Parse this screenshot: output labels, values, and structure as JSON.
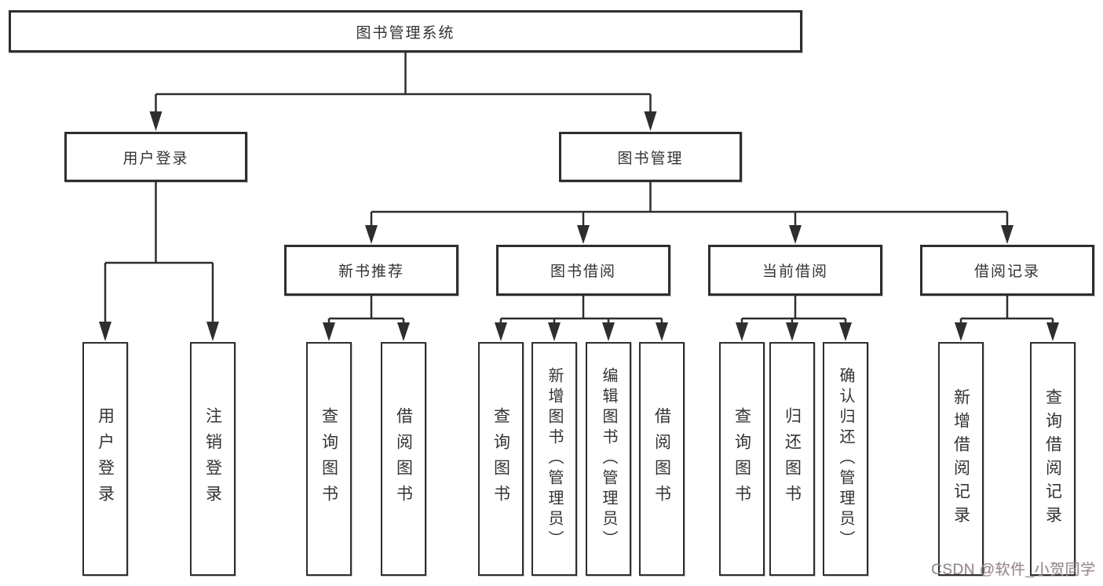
{
  "diagram": {
    "root": {
      "label": "图书管理系统"
    },
    "level2": {
      "user_login": {
        "label": "用户登录"
      },
      "book_mgmt": {
        "label": "图书管理"
      }
    },
    "level3": {
      "new_book_rec": {
        "label": "新书推荐"
      },
      "book_borrow": {
        "label": "图书借阅"
      },
      "current_borrow": {
        "label": "当前借阅"
      },
      "borrow_record": {
        "label": "借阅记录"
      }
    },
    "leaves": {
      "user_login_leaf": {
        "label": "用户登录"
      },
      "logout_leaf": {
        "label": "注销登录"
      },
      "rec_query_book": {
        "label": "查询图书"
      },
      "rec_borrow_book": {
        "label": "借阅图书"
      },
      "bb_query_book": {
        "label": "查询图书"
      },
      "bb_add_book": {
        "label": "新增图书（管理员）"
      },
      "bb_edit_book": {
        "label": "编辑图书（管理员）"
      },
      "bb_borrow_book": {
        "label": "借阅图书"
      },
      "cb_query_book": {
        "label": "查询图书"
      },
      "cb_return_book": {
        "label": "归还图书"
      },
      "cb_confirm_return": {
        "label": "确认归还（管理员）"
      },
      "br_add_record": {
        "label": "新增借阅记录"
      },
      "br_query_record": {
        "label": "查询借阅记录"
      }
    },
    "watermark": "CSDN @软件_小贺同学",
    "colors": {
      "line": "#2e2e2e",
      "text": "#333333",
      "background": "#ffffff",
      "watermark": "#8f8b8c"
    }
  }
}
